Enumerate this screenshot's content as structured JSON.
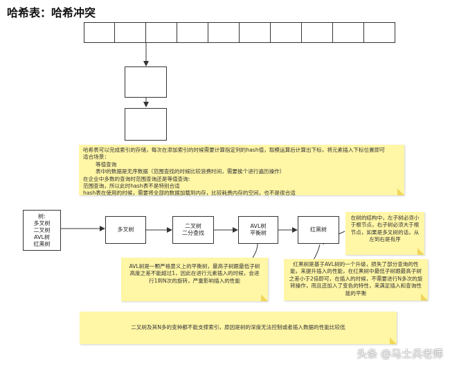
{
  "title": "哈希表：哈希冲突",
  "hash_note": {
    "lines": [
      "哈希表可以完成索引的存储，每次在添加索引的时候需要计算指定列的hash值，取模运算后计算出下标，将元素插入下标位置即可",
      "适合场景：",
      "等值查询",
      "表中的数据是无序数据（范围查找的时候比较浪费时间，需要挨个进行遍历操作）",
      "在企业中多数的查询时范围查询还是等值查询:",
      "范围查询，所以此时hash表不是特别合适",
      "hash表在使用的时候，需要将全部的数据加载到内存，比较耗费内存的空间，也不是很合适"
    ]
  },
  "tree_list": {
    "lines": [
      "树:",
      "多叉树",
      "二叉树",
      "AVL树",
      "红黑树"
    ]
  },
  "nodes": {
    "multi": [
      "多叉树"
    ],
    "binary": [
      "二叉树",
      "二分查找"
    ],
    "avl": [
      "AVL树",
      "平衡树"
    ],
    "rb": [
      "红黑树"
    ]
  },
  "rb_note": {
    "lines": [
      "在树的结构中，左子树必须小",
      "于根节点，右子树必须大于根",
      "节点，如果是多叉树的话，从",
      "左到右是有序"
    ]
  },
  "avl_note": {
    "lines": [
      "AVL树是一颗严格意义上的平衡树，最高子树跟最低子树",
      "高度之差不能超过1，因此在进行元素插入的时候，会进",
      "行1到N次的旋转，严重影响插入的性能"
    ]
  },
  "rb_detail_note": {
    "lines": [
      "红黑树是基于AVL树的一个升级，损失了部分查询的性",
      "能，来提升插入的性能，在红黑树中最低子树跟最高子树",
      "之差小于2倍即可，在插入的时候，不需要进行N多次的旋",
      "转操作，而且还加入了变色的特性，来满足插入和查询性",
      "能的平衡"
    ]
  },
  "bottom_note": {
    "text": "二叉树及其N多的变种都不能支撑索引，原因是树的深度无法控制或者插入数据的性能比较低"
  },
  "watermark": "头条 @马士兵老师",
  "colors": {
    "note_bg": "#fff6a6",
    "stroke": "#333333"
  }
}
